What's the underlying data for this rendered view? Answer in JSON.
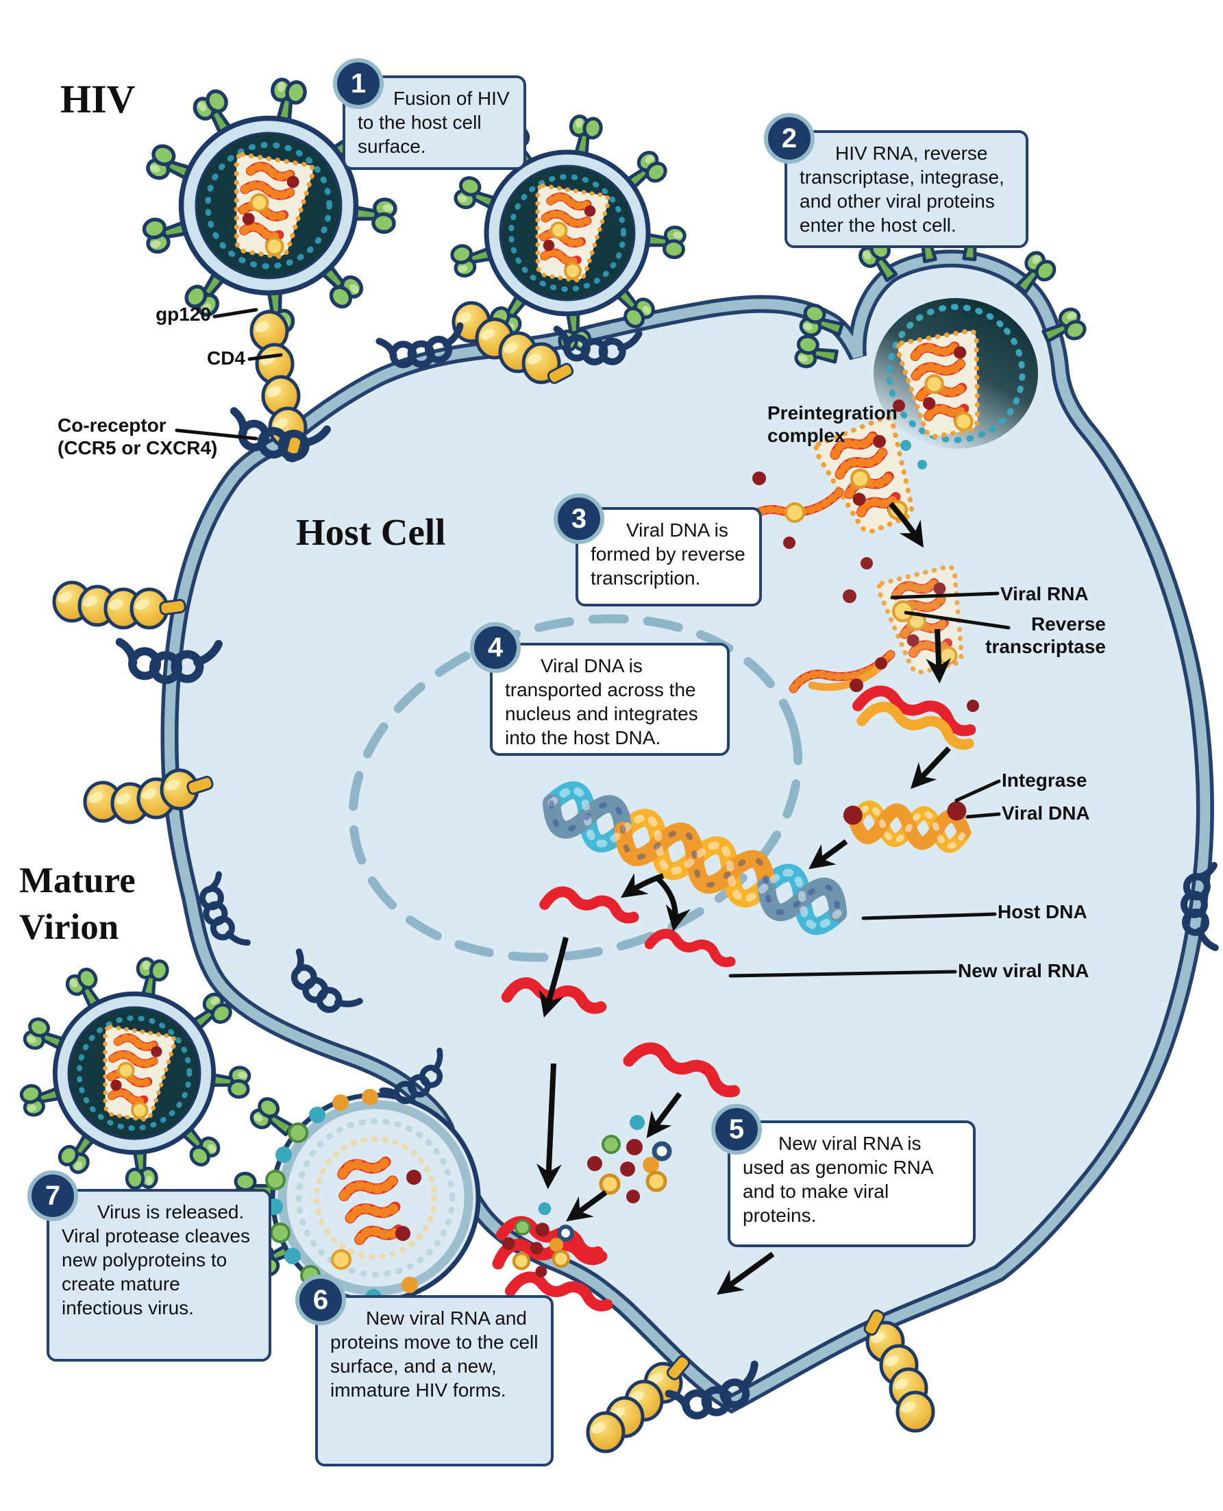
{
  "headings": {
    "hiv": "HIV",
    "host_cell": "Host Cell",
    "mature_virion": "Mature Virion"
  },
  "labels": {
    "gp120": "gp120",
    "cd4": "CD4",
    "coreceptor_1": "Co-receptor",
    "coreceptor_2": "(CCR5 or CXCR4)",
    "preintegration_1": "Preintegration",
    "preintegration_2": "complex",
    "viral_rna": "Viral RNA",
    "reverse_transcriptase": "Reverse transcriptase",
    "integrase": "Integrase",
    "viral_dna": "Viral DNA",
    "host_dna": "Host DNA",
    "new_viral_rna": "New viral RNA"
  },
  "steps": [
    {
      "number": "1",
      "text": "Fusion of HIV to the host cell surface."
    },
    {
      "number": "2",
      "text": "HIV RNA, reverse transcriptase, integrase, and other viral proteins enter the host cell."
    },
    {
      "number": "3",
      "text": "Viral DNA is formed by reverse transcription."
    },
    {
      "number": "4",
      "text": "Viral DNA is transported across the nucleus and integrates into the host DNA."
    },
    {
      "number": "5",
      "text": "New viral RNA is used as genomic RNA and to make viral proteins."
    },
    {
      "number": "6",
      "text": "New viral RNA and proteins move to the cell surface, and a new, immature HIV forms."
    },
    {
      "number": "7",
      "text": "Virus is released. Viral protease cleaves new polyproteins to create mature infectious virus."
    }
  ],
  "colors": {
    "navy": "#24416d",
    "callout_fill": "#d9e8f3",
    "cell_fill": "#dbeaf2",
    "membrane": "#9dbecd",
    "number_circle": "#1c3b69",
    "rna_red": "#e6222d",
    "dna_yellow": "#f6b32b",
    "host_dna_cyan": "#45b8d8",
    "capsid_orange": "#ef9f33",
    "spike_green": "#8cc767",
    "virion_core": "#14383f",
    "gold": "#f0bc3e",
    "text_dark": "#101010"
  }
}
